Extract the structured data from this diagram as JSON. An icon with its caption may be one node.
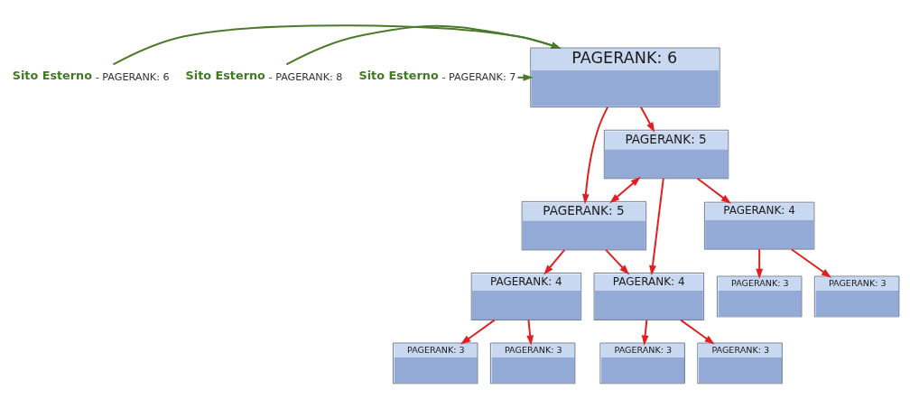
{
  "diagram": {
    "nodes": [
      {
        "text": [
          "PAGERANK: 6"
        ]
      },
      {
        "text": [
          "PAGERANK: 5"
        ]
      },
      {
        "text": [
          "PAGERANK: 5"
        ]
      },
      {
        "text": [
          "PAGERANK: 4"
        ]
      },
      {
        "text": [
          "PAGERANK: 4"
        ]
      },
      {
        "text": [
          "PAGERANK: 4"
        ]
      },
      {
        "text": [
          "PAGERANK: 3"
        ]
      },
      {
        "text": [
          "PAGERANK: 3"
        ]
      },
      {
        "text": [
          "PAGERANK: 3"
        ]
      },
      {
        "text": [
          "PAGERANK: 3"
        ]
      },
      {
        "text": [
          "PAGERANK: 3"
        ]
      },
      {
        "text": [
          "PAGERANK: 3"
        ]
      },
      {
        "text": [
          "Sito Esterno"
        ],
        "beside": [
          "- PAGERANK: 7"
        ]
      },
      {
        "text": [
          "Sito Esterno"
        ],
        "beside": [
          "- PAGERANK: 6"
        ]
      },
      {
        "text": [
          "Sito Esterno"
        ],
        "beside": [
          "- PAGERANK: 8"
        ]
      }
    ],
    "edges": [
      {
        "from": 0,
        "to": 1,
        "arrow": "to"
      },
      {
        "from": 0,
        "to": 2,
        "arrow": "to"
      },
      {
        "from": 1,
        "to": 2,
        "arrow": "both"
      },
      {
        "from": 1,
        "to": 3,
        "arrow": "to"
      },
      {
        "from": 1,
        "to": 4,
        "arrow": "to"
      },
      {
        "from": 2,
        "to": 4,
        "arrow": "to"
      },
      {
        "from": 2,
        "to": 5,
        "arrow": "to"
      },
      {
        "from": 3,
        "to": 6,
        "arrow": "to"
      },
      {
        "from": 3,
        "to": 7,
        "arrow": "to"
      },
      {
        "from": 4,
        "to": 8,
        "arrow": "to"
      },
      {
        "from": 4,
        "to": 9,
        "arrow": "to"
      },
      {
        "from": 5,
        "to": 10,
        "arrow": "to"
      },
      {
        "from": 5,
        "to": 11,
        "arrow": "to"
      },
      {
        "from": 12,
        "to": 0,
        "arrow": "to",
        "color": "#4a7a2a"
      },
      {
        "from": 13,
        "to": 0,
        "arrow": "to",
        "color": "#4a7a2a"
      },
      {
        "from": 14,
        "to": 0,
        "arrow": "to",
        "color": "#4a7a2a"
      }
    ]
  }
}
